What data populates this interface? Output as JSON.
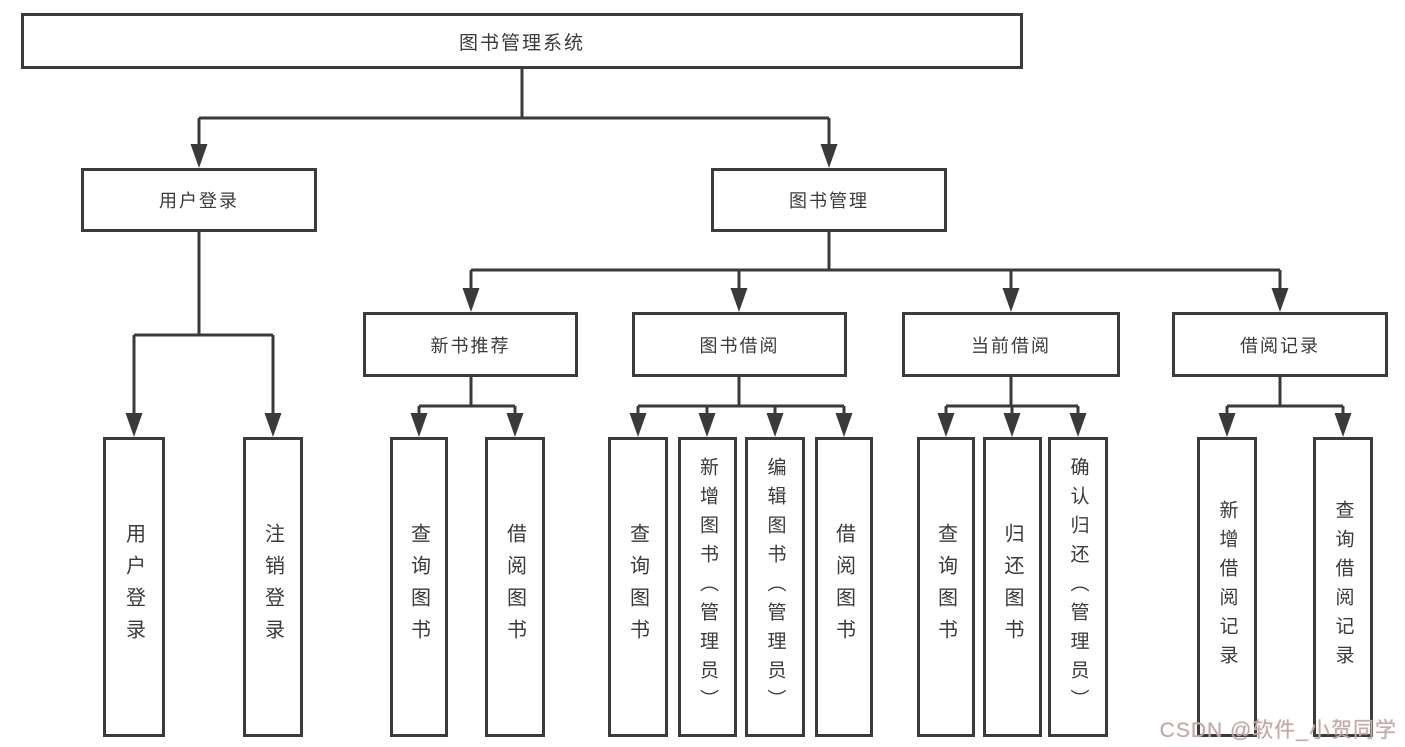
{
  "diagram_title": "图书管理系统",
  "nodes": {
    "root": "图书管理系统",
    "user_login": "用户登录",
    "book_management": "图书管理",
    "login_action": "用户登录",
    "logout_action": "注销登录",
    "new_book_recommend": "新书推荐",
    "book_borrow": "图书借阅",
    "current_borrow": "当前借阅",
    "borrow_records": "借阅记录",
    "nbr_query_book": "查询图书",
    "nbr_borrow_book": "借阅图书",
    "bb_query_book": "查询图书",
    "bb_add_book": "新增图书（管理员）",
    "bb_edit_book": "编辑图书（管理员）",
    "bb_borrow_book": "借阅图书",
    "cb_query_book": "查询图书",
    "cb_return_book": "归还图书",
    "cb_confirm_return": "确认归还（管理员）",
    "br_add_record": "新增借阅记录",
    "br_query_record": "查询借阅记录"
  },
  "structure": {
    "图书管理系统": {
      "用户登录": [
        "用户登录",
        "注销登录"
      ],
      "图书管理": {
        "新书推荐": [
          "查询图书",
          "借阅图书"
        ],
        "图书借阅": [
          "查询图书",
          "新增图书（管理员）",
          "编辑图书（管理员）",
          "借阅图书"
        ],
        "当前借阅": [
          "查询图书",
          "归还图书",
          "确认归还（管理员）"
        ],
        "借阅记录": [
          "新增借阅记录",
          "查询借阅记录"
        ]
      }
    }
  },
  "watermark": "CSDN @软件_小贺同学",
  "colors": {
    "line": "#3a3a3a",
    "box_border": "#3b3b3b",
    "background": "#ffffff",
    "watermark": "#c2a8a8"
  }
}
